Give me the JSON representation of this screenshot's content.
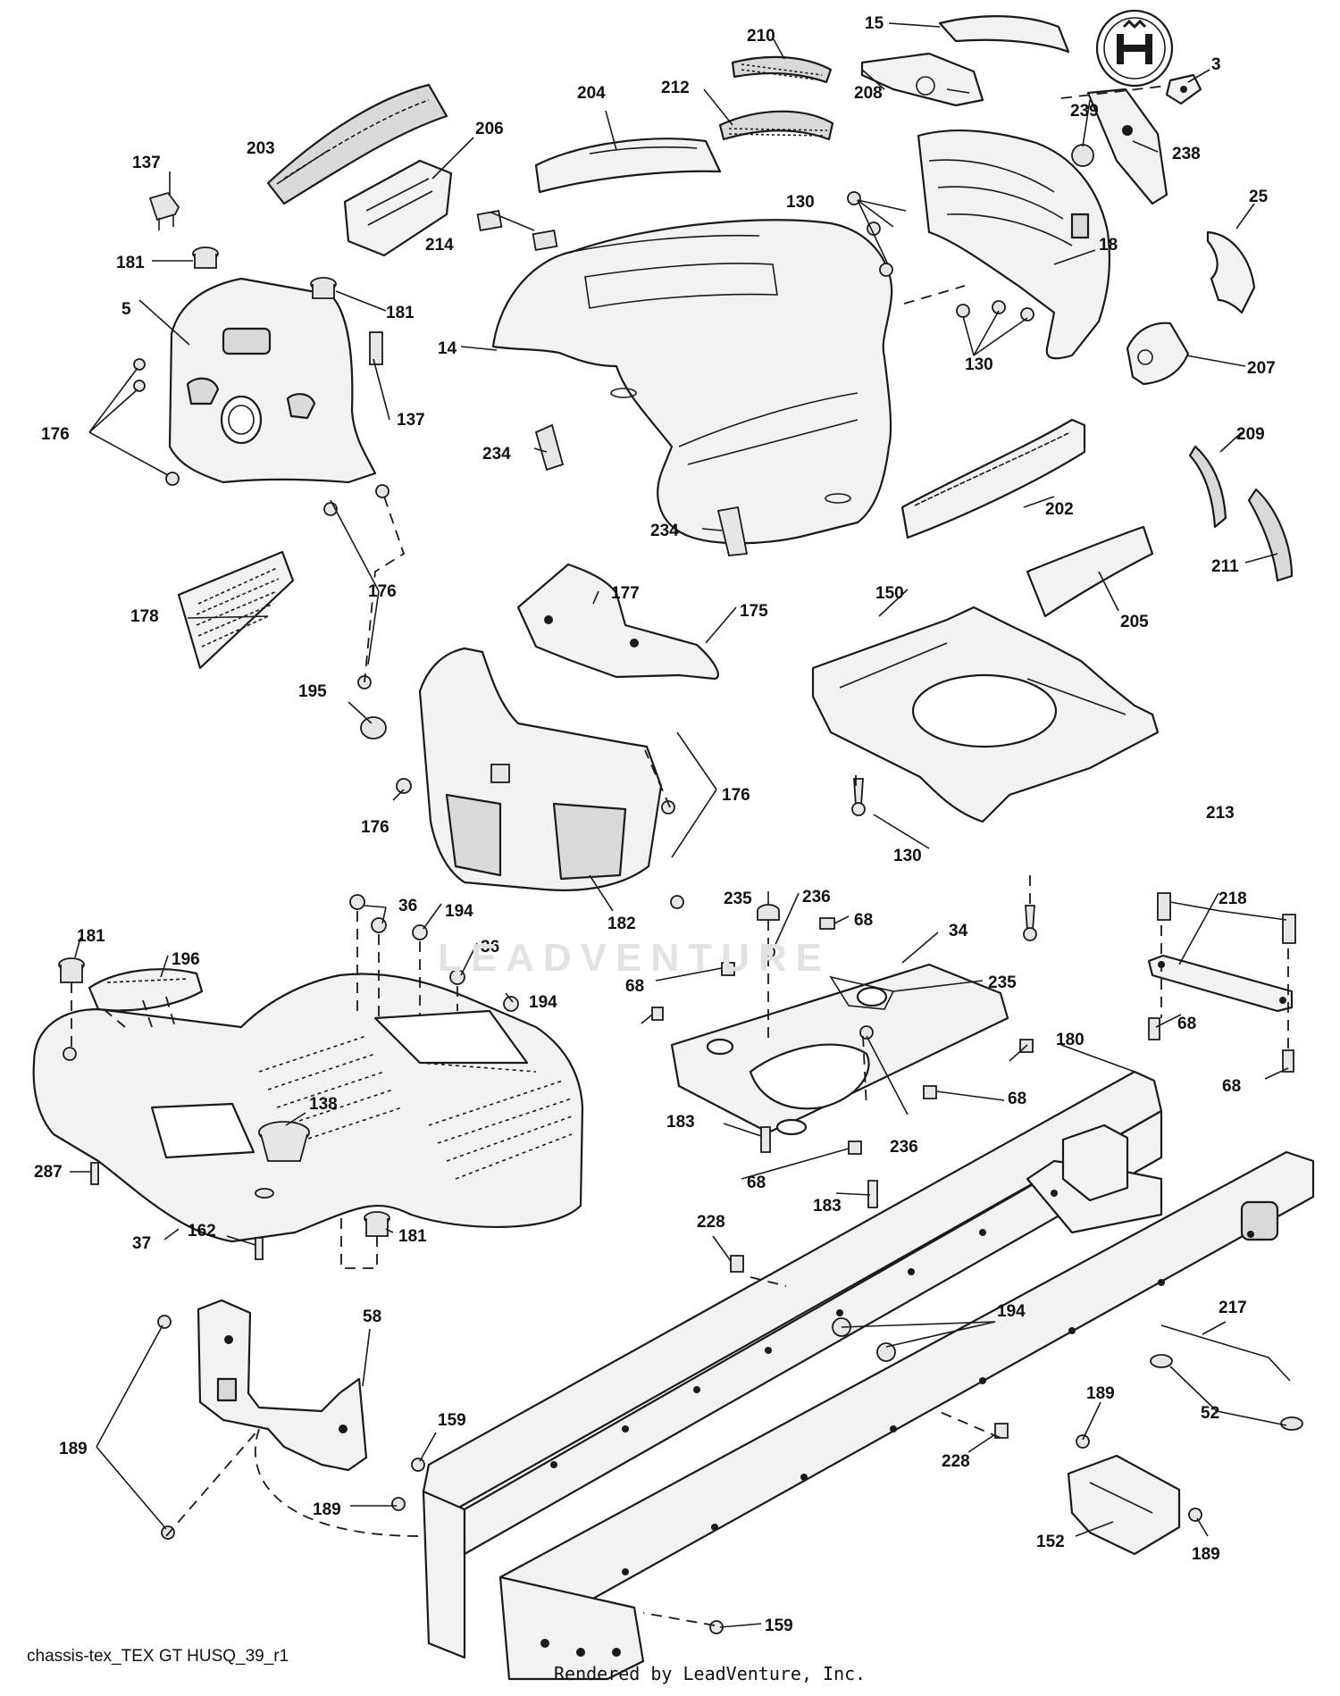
{
  "diagram": {
    "footer_left": "chassis-tex_TEX GT HUSQ_39_r1",
    "footer_center": "Rendered by LeadVenture, Inc.",
    "watermark": "LEADVENTURE",
    "labels": {
      "l3": "3",
      "l5": "5",
      "l14": "14",
      "l15": "15",
      "l18": "18",
      "l25": "25",
      "l34": "34",
      "l36a": "36",
      "l36b": "36",
      "l37": "37",
      "l52": "52",
      "l58": "58",
      "l68a": "68",
      "l68b": "68",
      "l68c": "68",
      "l68d": "68",
      "l68e": "68",
      "l68f": "68",
      "l68g": "68",
      "l130a": "130",
      "l130b": "130",
      "l130c": "130",
      "l137a": "137",
      "l137b": "137",
      "l138": "138",
      "l150": "150",
      "l152": "152",
      "l159a": "159",
      "l159b": "159",
      "l162": "162",
      "l175": "175",
      "l176a": "176",
      "l176b": "176",
      "l176c": "176",
      "l176d": "176",
      "l177": "177",
      "l178": "178",
      "l180": "180",
      "l181a": "181",
      "l181b": "181",
      "l181c": "181",
      "l181d": "181",
      "l182": "182",
      "l183a": "183",
      "l183b": "183",
      "l189a": "189",
      "l189b": "189",
      "l189c": "189",
      "l189d": "189",
      "l194a": "194",
      "l194b": "194",
      "l194c": "194",
      "l195": "195",
      "l196": "196",
      "l202": "202",
      "l203": "203",
      "l204": "204",
      "l205": "205",
      "l206": "206",
      "l207": "207",
      "l208": "208",
      "l209": "209",
      "l210": "210",
      "l211": "211",
      "l212": "212",
      "l213": "213",
      "l214": "214",
      "l217": "217",
      "l218": "218",
      "l228a": "228",
      "l228b": "228",
      "l234a": "234",
      "l234b": "234",
      "l235a": "235",
      "l235b": "235",
      "l236a": "236",
      "l236b": "236",
      "l238": "238",
      "l239": "239",
      "l287": "287"
    }
  }
}
